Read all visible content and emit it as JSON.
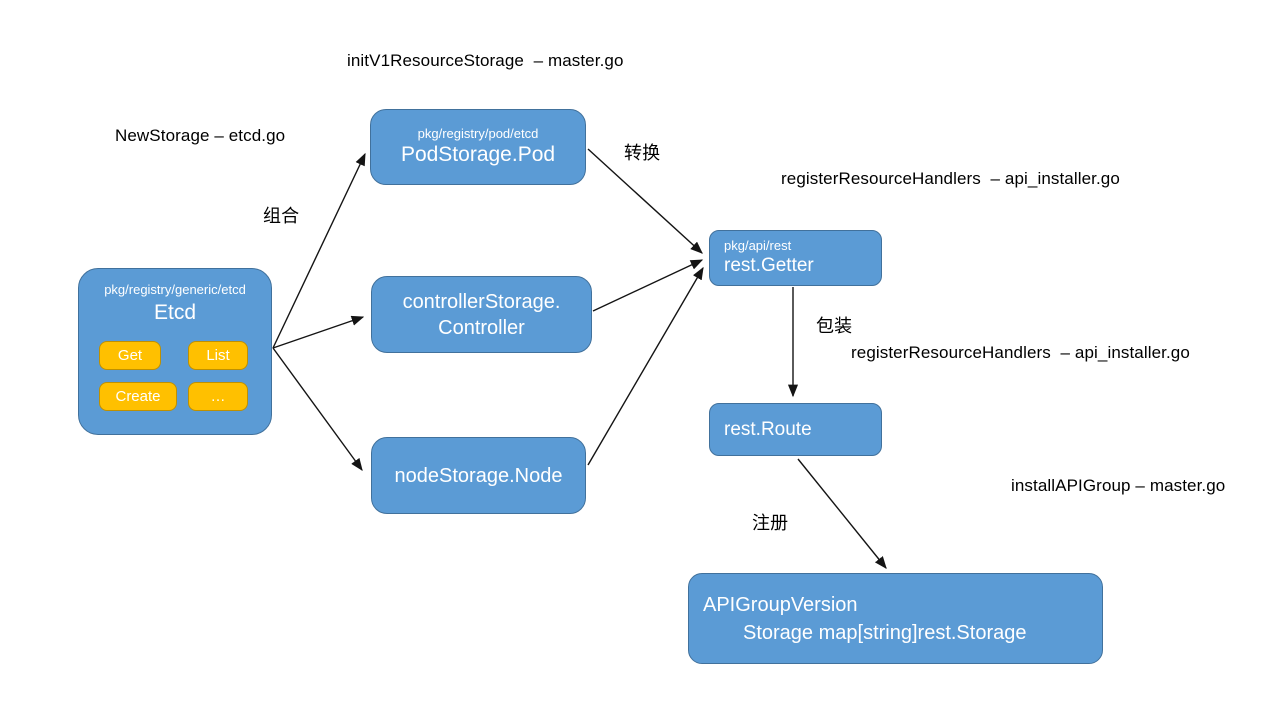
{
  "annotations": {
    "init_v1": "initV1ResourceStorage  – master.go",
    "new_storage": "NewStorage – etcd.go",
    "combine": "组合",
    "convert": "转换",
    "register_handlers_top": "registerResourceHandlers  – api_installer.go",
    "wrap": "包装",
    "register_handlers_mid": "registerResourceHandlers  – api_installer.go",
    "install_api_group": "installAPIGroup – master.go",
    "register": "注册"
  },
  "boxes": {
    "etcd": {
      "package": "pkg/registry/generic/etcd",
      "title": "Etcd",
      "buttons": [
        "Get",
        "List",
        "Create",
        "…"
      ]
    },
    "pod": {
      "package": "pkg/registry/pod/etcd",
      "title": "PodStorage.Pod"
    },
    "controller": {
      "title_line1": "controllerStorage.",
      "title_line2": "Controller"
    },
    "node": {
      "title": "nodeStorage.Node"
    },
    "getter": {
      "package": "pkg/api/rest",
      "title": "rest.Getter"
    },
    "route": {
      "title": "rest.Route"
    },
    "api_group": {
      "line1": "APIGroupVersion",
      "line2": "Storage map[string]rest.Storage"
    }
  },
  "colors": {
    "box_fill": "#5B9BD5",
    "box_border": "#41719C",
    "button_fill": "#FFC000",
    "button_border": "#BF9000",
    "box_text": "#FFFFFF",
    "annotation_text": "#000000",
    "arrow": "#141414",
    "background": "#FFFFFF"
  }
}
